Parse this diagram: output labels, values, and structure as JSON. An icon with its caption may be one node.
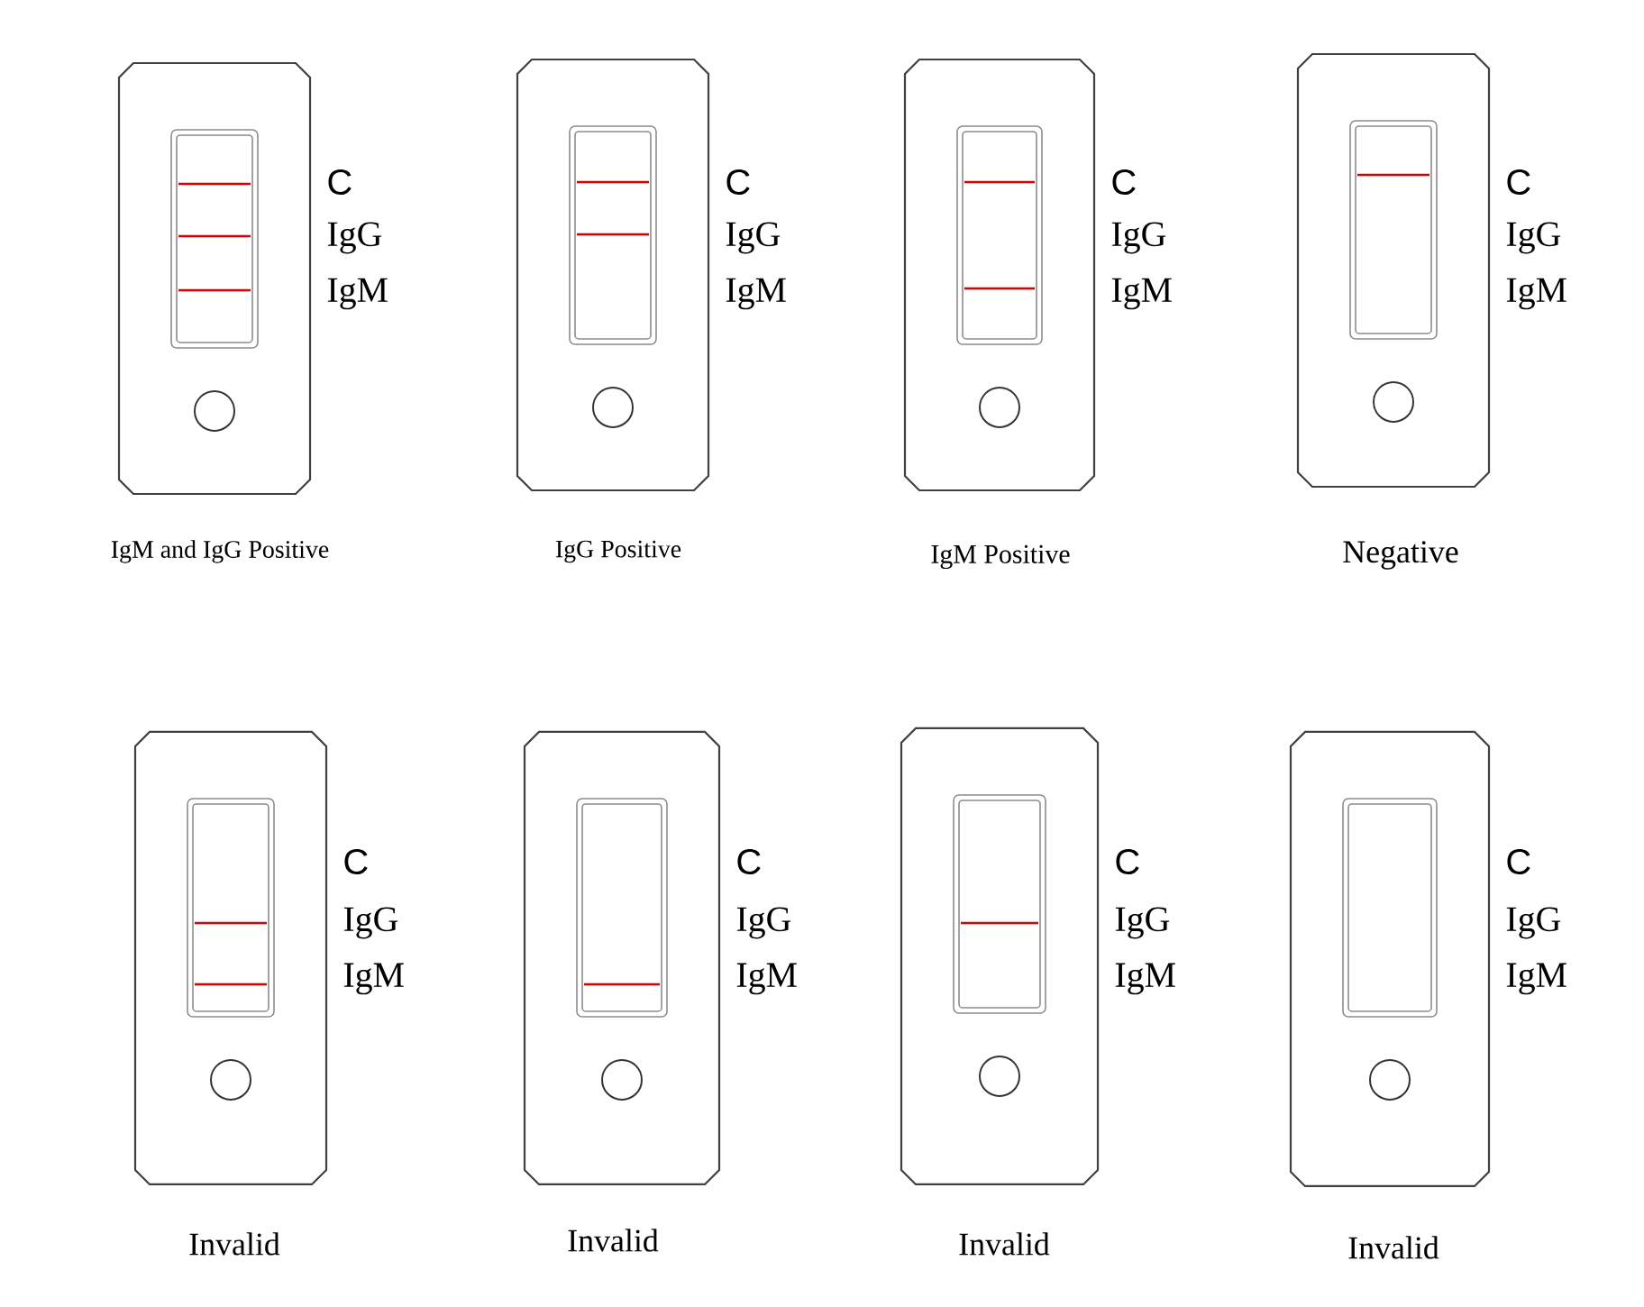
{
  "diagram": {
    "nodes": [
      {
        "text": [],
        "shape": "box",
        "beside": [
          "C",
          "IgG",
          "IgM",
          "IgM and IgG Positive"
        ]
      },
      {
        "text": [],
        "shape": "box",
        "beside": [
          "C",
          "IgG",
          "IgM",
          "IgG Positive"
        ]
      },
      {
        "text": [],
        "shape": "box",
        "beside": [
          "C",
          "IgG",
          "IgM",
          "IgM Positive"
        ]
      },
      {
        "text": [],
        "shape": "box",
        "beside": [
          "C",
          "IgG",
          "IgM",
          "Negative"
        ]
      },
      {
        "text": [],
        "shape": "box",
        "beside": [
          "C",
          "IgG",
          "IgM",
          "Invalid"
        ]
      },
      {
        "text": [],
        "shape": "box",
        "beside": [
          "C",
          "IgG",
          "IgM",
          "Invalid"
        ]
      },
      {
        "text": [],
        "shape": "box",
        "beside": [
          "C",
          "IgG",
          "IgM",
          "Invalid"
        ]
      },
      {
        "text": [],
        "shape": "box",
        "beside": [
          "C",
          "IgG",
          "IgM",
          "Invalid"
        ]
      }
    ]
  }
}
